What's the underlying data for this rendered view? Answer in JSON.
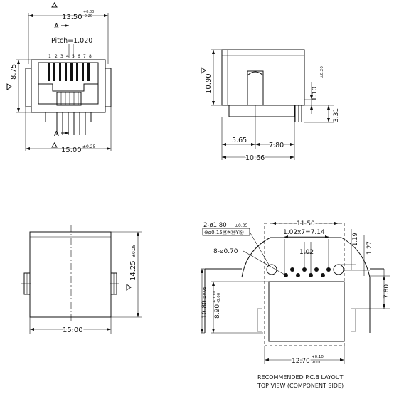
{
  "front_view": {
    "width_top": "13.50",
    "width_top_tol_upper": "+0.00",
    "width_top_tol_lower": "-0.20",
    "section_top": "A",
    "pitch": "Pitch=1.020",
    "pin_numbers": [
      "1",
      "2",
      "3",
      "4",
      "5",
      "6",
      "7",
      "8"
    ],
    "height": "8.75",
    "section_bottom": "A",
    "width_bottom": "15.00",
    "width_bottom_tol": "±0.25"
  },
  "side_view": {
    "height": "10.90",
    "tab_offset": "1.10",
    "tab_offset_tol": "±0.20",
    "pin_length": "3.31",
    "post_offset": "5.65",
    "post_to_pin": "7.80",
    "depth": "10.66"
  },
  "top_view": {
    "height": "14.25",
    "height_tol": "±0.25",
    "width": "15.00"
  },
  "pcb_layout": {
    "mount_holes": "2-ø1.80",
    "mount_holes_tol": "±0.05",
    "position_tol": "⊕ø0.15ⓂXⓂYⓈ",
    "hole_span": "11.50",
    "pin_pitch": "1.02x7=7.14",
    "pin_holes": "8-ø0.70",
    "row_offset": "1.02",
    "offset_1": "1.19",
    "offset_2": "1.27",
    "outline_height": "10.80",
    "outline_height_tol": "±0.05",
    "inner_height": "8.90",
    "inner_height_tol_upper": "+0.10",
    "inner_height_tol_lower": "-0.00",
    "right_height": "7.80",
    "outline_width": "12.70",
    "outline_width_tol_upper": "+0.10",
    "outline_width_tol_lower": "-0.00",
    "caption_line1": "RECOMMENDED P.C.B LAYOUT",
    "caption_line2": "TOP VIEW (COMPONENT SIDE)"
  }
}
